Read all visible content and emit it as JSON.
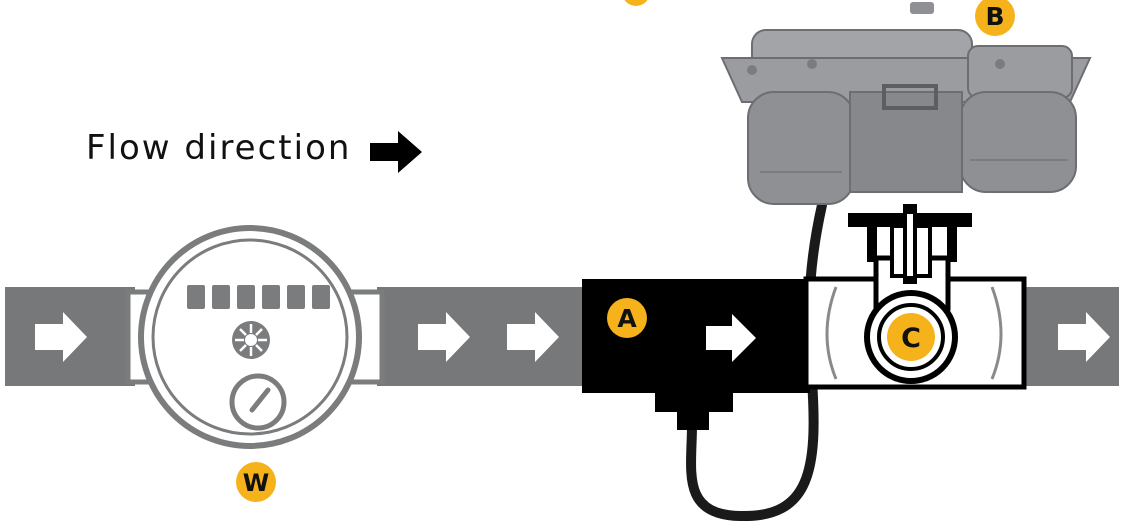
{
  "flow_direction": {
    "label": "Flow direction",
    "arrow_icon": "right-arrow-icon"
  },
  "markers": {
    "meter": "W",
    "sensor": "A",
    "actuator": "B",
    "valve": "C"
  },
  "colors": {
    "pipe": "#76787a",
    "meter_ring": "#7a7c7e",
    "sensor_body": "#000000",
    "actuator_body": "#8e9094",
    "badge": "#f6b21b",
    "arrow": "#ffffff",
    "cable": "#1a1a1a"
  }
}
